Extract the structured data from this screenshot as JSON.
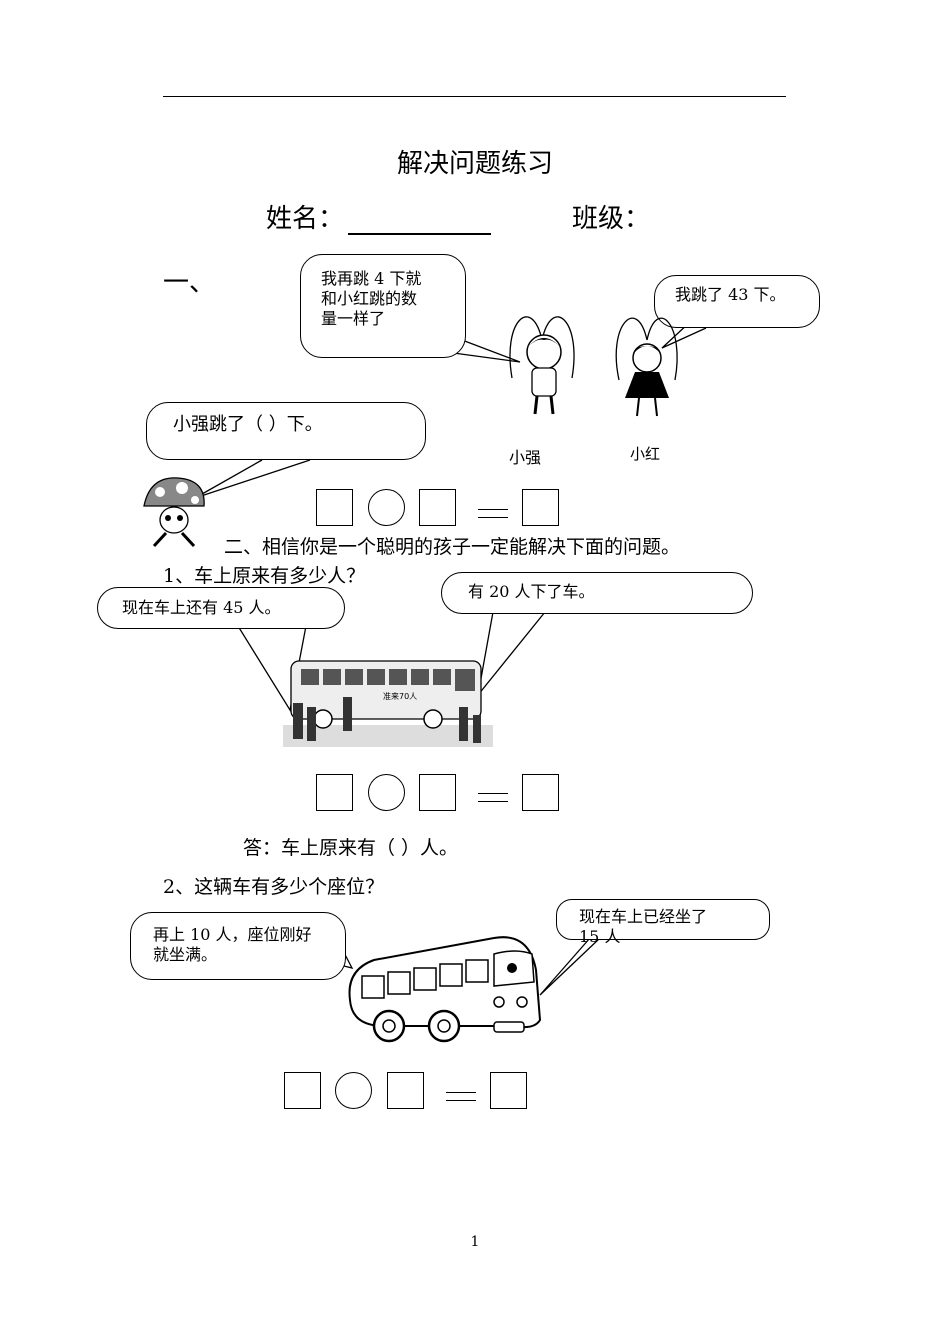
{
  "title": "解决问题练习",
  "student": {
    "name_label": "姓名：",
    "class_label": "班级："
  },
  "section1": {
    "heading": "一、",
    "bubble_qiang_lines": [
      "我再跳 4 下就",
      "和小红跳的数",
      "量一样了"
    ],
    "bubble_hong": "我跳了 43 下。",
    "bubble_question": "小强跳了（          ）下。",
    "name_qiang": "小强",
    "name_hong": "小红"
  },
  "section2": {
    "heading": "二、相信你是一个聪明的孩子一定能解决下面的问题。",
    "q1": {
      "question": "1、车上原来有多少人？",
      "bubble_left": "现在车上还有 45 人。",
      "bubble_right": "有 20 人下了车。",
      "bus_sign": "准来70人",
      "answer": "答：车上原来有（    ）人。"
    },
    "q2": {
      "question": "2、这辆车有多少个座位？",
      "bubble_left_lines": [
        "再上 10 人，座位刚好",
        "就坐满。"
      ],
      "bubble_right_lines": [
        "现在车上已经坐了",
        "15 人"
      ]
    }
  },
  "page_number": "1"
}
